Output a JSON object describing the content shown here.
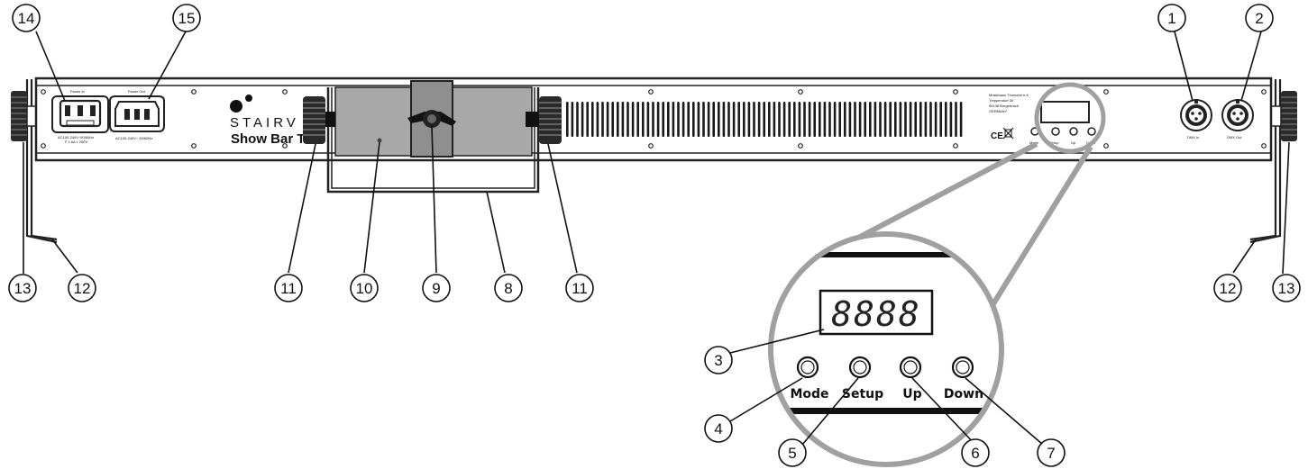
{
  "callouts": {
    "c1": "1",
    "c2": "2",
    "c3": "3",
    "c4": "4",
    "c5": "5",
    "c6": "6",
    "c7": "7",
    "c8": "8",
    "c9": "9",
    "c10": "10",
    "c11": "11",
    "c12": "12",
    "c13": "13",
    "c14": "14",
    "c15": "15"
  },
  "device": {
    "brand": "STAIRV",
    "model": "Show Bar T",
    "power_in_title": "Power In",
    "power_in_rating": "AC100-240V~50/60Hz",
    "power_in_fuse": "F 1.6A L 250V",
    "power_out_title": "Power Out",
    "power_out_rating": "AC100-240V~ 50/60Hz",
    "manufacturer_lines": [
      "Musikhaus Thomann e.K.",
      "Treppendorf 30",
      "96138 Burgebrach",
      "GERMANY"
    ],
    "marks": "CE",
    "dmx_in": "DMX In",
    "dmx_out": "DMX Out",
    "display_digits": "8888",
    "small_buttons": [
      "Mode",
      "Setup",
      "Up",
      "Down"
    ]
  },
  "zoom": {
    "display_digits": "8888",
    "buttons": {
      "mode": "Mode",
      "setup": "Setup",
      "up": "Up",
      "down": "Down"
    }
  }
}
